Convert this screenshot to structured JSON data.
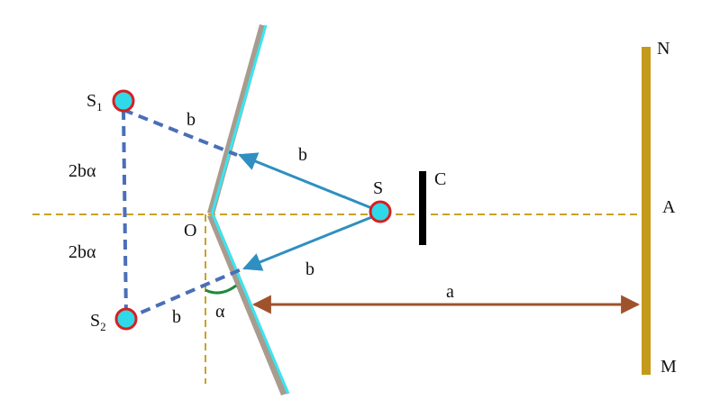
{
  "labels": {
    "source_prefix": "S",
    "s1_sub": "1",
    "s2_sub": "2",
    "s": "S",
    "c": "C",
    "o": "O",
    "a_point": "A",
    "n": "N",
    "m": "M",
    "b_top_dashed": "b",
    "b_top_ray": "b",
    "b_bottom_ray": "b",
    "b_bottom_dashed": "b",
    "sep_top": "2bα",
    "sep_bottom": "2bα",
    "alpha": "α",
    "distance_a": "a"
  },
  "colors": {
    "axis_dashed": "#c9a227",
    "mirror_face": "#39e6f0",
    "mirror_back": "#a99b8e",
    "ray": "#2f8fc0",
    "image_dashed": "#4a6fb8",
    "source_fill": "#2fd9e8",
    "source_stroke": "#d62020",
    "screen": "#c49a1a",
    "barrier": "#000000",
    "distance_arrow": "#a0522d",
    "angle_arc": "#1e8a3c"
  }
}
